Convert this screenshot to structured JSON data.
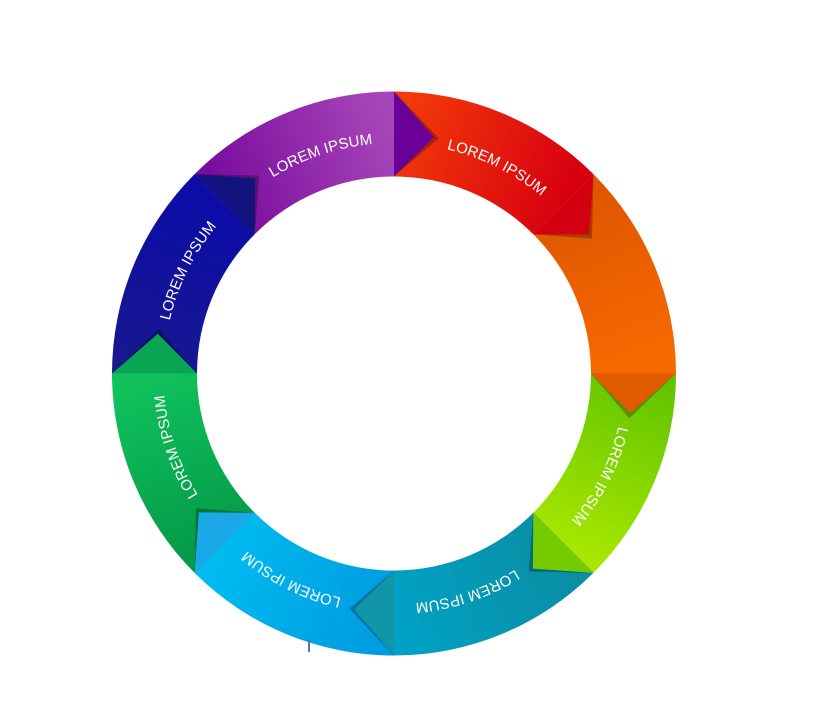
{
  "diagram": {
    "type": "circular-cycle",
    "direction": "clockwise",
    "segments": [
      {
        "label": "LOREM IPSUM",
        "color_start": "#f23a0a",
        "color_end": "#d8000f",
        "tip_color": "#d30011"
      },
      {
        "label": "",
        "color_start": "#e05600",
        "color_end": "#f76a00",
        "tip_color": "#e05a00"
      },
      {
        "label": "LOREM IPSUM",
        "color_start": "#62c400",
        "color_end": "#a6e600",
        "tip_color": "#74cc00"
      },
      {
        "label": "LOREM IPSUM",
        "color_start": "#0a8ea3",
        "color_end": "#00a1c4",
        "tip_color": "#1196a8"
      },
      {
        "label": "LOREM IPSUM",
        "color_start": "#009be0",
        "color_end": "#00baf0",
        "tip_color": "#1aa8e8"
      },
      {
        "label": "LOREM IPSUM",
        "color_start": "#049a48",
        "color_end": "#10c25c",
        "tip_color": "#0aa552"
      },
      {
        "label": "LOREM IPSUM",
        "color_start": "#181890",
        "color_end": "#0c0ca8",
        "tip_color": "#13137e"
      },
      {
        "label": "LOREM IPSUM",
        "color_start": "#7a0d9e",
        "color_end": "#a746b8",
        "tip_color": "#6a0098"
      }
    ]
  }
}
